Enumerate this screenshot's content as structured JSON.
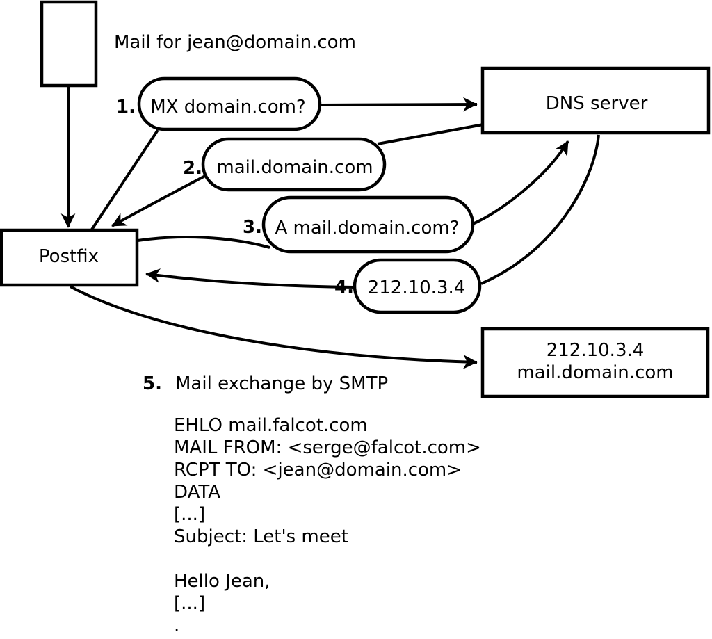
{
  "colors": {
    "ink": "#000000",
    "background": "#ffffff"
  },
  "annotation": {
    "mail_label": "Mail for jean@domain.com"
  },
  "nodes": {
    "postfix": {
      "label": "Postfix"
    },
    "dns_server": {
      "label": "DNS server"
    },
    "mail_server": {
      "line1": "212.10.3.4",
      "line2": "mail.domain.com"
    }
  },
  "steps": [
    {
      "num": "1.",
      "label": "MX domain.com?"
    },
    {
      "num": "2.",
      "label": "mail.domain.com"
    },
    {
      "num": "3.",
      "label": "A mail.domain.com?"
    },
    {
      "num": "4.",
      "label": "212.10.3.4"
    },
    {
      "num": "5.",
      "label": "Mail exchange by SMTP"
    }
  ],
  "smtp_session": {
    "text": "EHLO mail.falcot.com\nMAIL FROM: <serge@falcot.com>\nRCPT TO: <jean@domain.com>\nDATA\n[...]\nSubject: Let's meet\n\nHello Jean,\n[...]\n."
  }
}
